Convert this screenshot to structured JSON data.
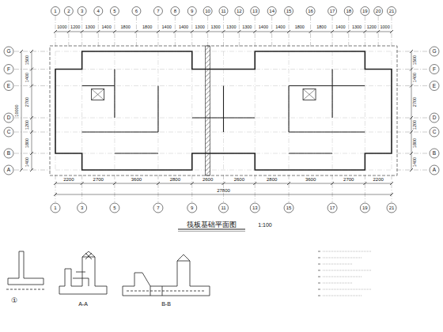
{
  "diagram": {
    "title": "筏板基础平面图",
    "labels": [
      "1:100",
      "①",
      "A-A",
      "B-B",
      "1",
      "2",
      "3",
      "4",
      "5",
      "6",
      "7",
      "8",
      "9",
      "10",
      "11",
      "12",
      "13",
      "14",
      "15",
      "16",
      "17",
      "18",
      "19",
      "20",
      "21",
      "1000",
      "1200",
      "1300",
      "1400",
      "1800",
      "1800",
      "1400",
      "1400",
      "1300",
      "1300",
      "1300",
      "1300",
      "1400",
      "1400",
      "1800",
      "1800",
      "1400",
      "1300",
      "1200",
      "1000",
      "2200",
      "2700",
      "3600",
      "2800",
      "2600",
      "2600",
      "2800",
      "3600",
      "2700",
      "2200",
      "27800",
      "1",
      "3",
      "5",
      "7",
      "9",
      "11",
      "13",
      "15",
      "17",
      "19",
      "21",
      "G",
      "F",
      "E",
      "D",
      "C",
      "B",
      "A",
      "1500",
      "1400",
      "2700",
      "1200",
      "1800",
      "1400",
      "10000",
      "G",
      "F",
      "E",
      "D",
      "C",
      "B",
      "A",
      "1500",
      "1400",
      "2700",
      "1200",
      "1800",
      "1400"
    ]
  }
}
